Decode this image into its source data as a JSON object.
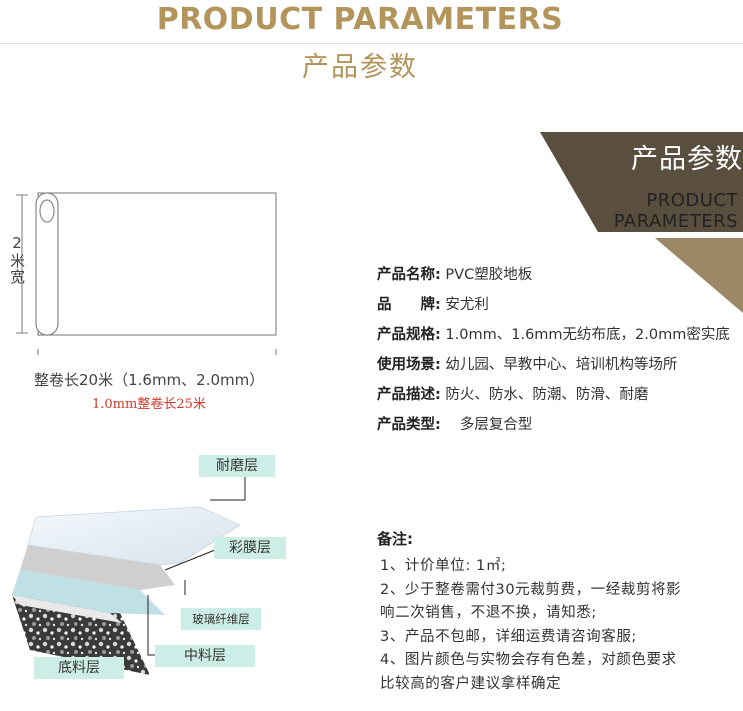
{
  "header": {
    "title_en": "PRODUCT PARAMETERS",
    "title_cn": "产品参数"
  },
  "badge": {
    "title_cn": "产品参数",
    "title_en_line1": "PRODUCT",
    "title_en_line2": "PARAMETERS"
  },
  "colors": {
    "gold": "#b3955c",
    "badge_dark": "#5a4e3e",
    "badge_tan": "#9c8767",
    "tag_bg": "#cdeee6",
    "note_red": "#d23a2a"
  },
  "roll": {
    "width_label": "2米宽",
    "length_label": "整卷长20米（1.6mm、2.0mm）",
    "red_note": "1.0mm整卷长25米"
  },
  "params": [
    {
      "label": "产品名称:",
      "value": "PVC塑胶地板"
    },
    {
      "label": "品　　牌:",
      "value": "安尤利"
    },
    {
      "label": "产品规格:",
      "value": "1.0mm、1.6mm无纺布底，2.0mm密实底"
    },
    {
      "label": "使用场景:",
      "value": "幼儿园、早教中心、培训机构等场所"
    },
    {
      "label": "产品描述:",
      "value": "防火、防水、防潮、防滑、耐磨"
    },
    {
      "label": "产品类型:",
      "value": "　多层复合型"
    }
  ],
  "layers": {
    "wear": "耐磨层",
    "film": "彩膜层",
    "fiber": "玻璃纤维层",
    "middle": "中料层",
    "base": "底料层"
  },
  "notes": {
    "title": "备注:",
    "lines": [
      "1、计价单位: 1㎡;",
      "2、少于整卷需付30元裁剪费，一经裁剪将影",
      "响二次销售，不退不换，请知悉;",
      "3、产品不包邮，详细运费请咨询客服;",
      "4、图片颜色与实物会存有色差，对颜色要求",
      "比较高的客户建议拿样确定"
    ]
  }
}
